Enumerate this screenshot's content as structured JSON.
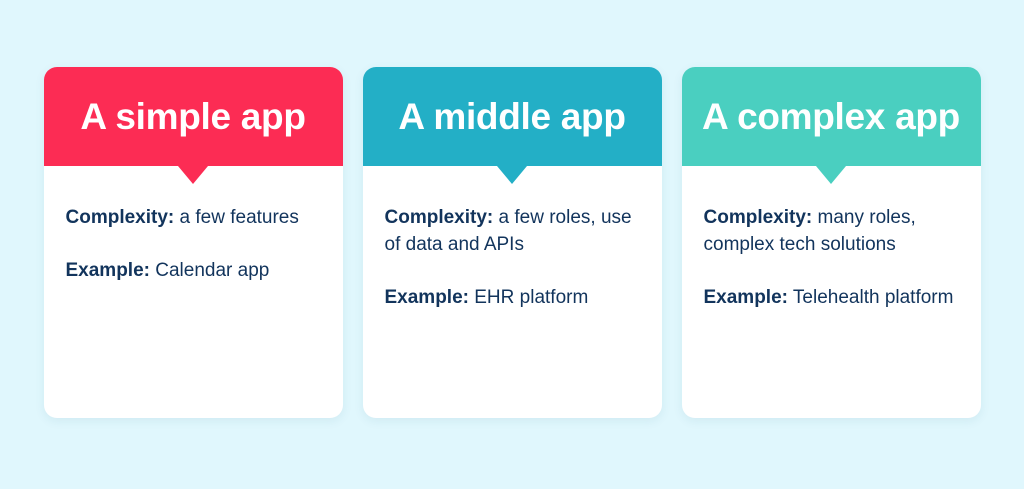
{
  "page": {
    "background_color": "#e0f7fd",
    "text_color": "#12345c"
  },
  "cards": [
    {
      "title": "A simple app",
      "accent_color": "#fc2c54",
      "rows": [
        {
          "lead": "Complexity:",
          "value": " a few features"
        },
        {
          "lead": "Example:",
          "value": " Calendar app"
        }
      ]
    },
    {
      "title": "A middle app",
      "accent_color": "#23afc6",
      "rows": [
        {
          "lead": "Complexity:",
          "value": " a few roles, use of data and APIs"
        },
        {
          "lead": "Example:",
          "value": " EHR platform"
        }
      ]
    },
    {
      "title": "A complex app",
      "accent_color": "#4acfc0",
      "rows": [
        {
          "lead": "Complexity:",
          "value": " many roles, complex tech solutions"
        },
        {
          "lead": "Example:",
          "value": " Telehealth platform"
        }
      ]
    }
  ]
}
